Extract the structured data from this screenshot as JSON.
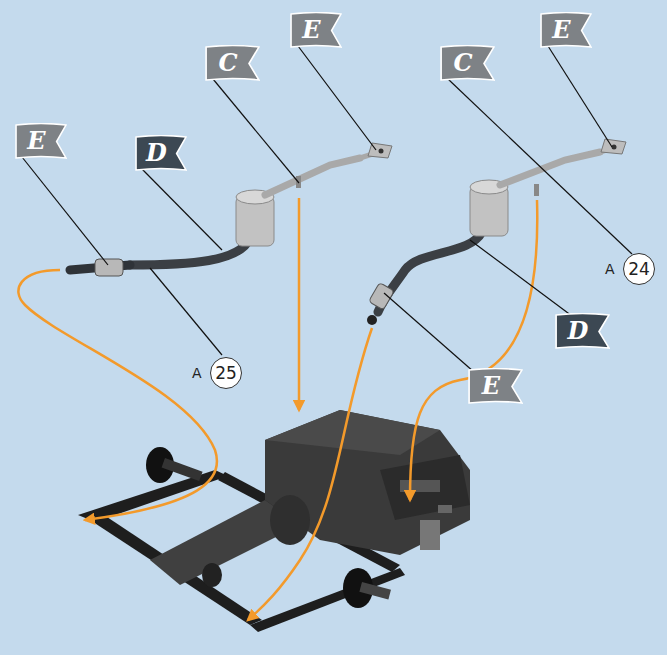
{
  "diagram": {
    "nodes": [
      {
        "text": [
          "E"
        ]
      },
      {
        "text": [
          "E"
        ]
      },
      {
        "text": [
          "C"
        ]
      },
      {
        "text": [
          "C"
        ]
      },
      {
        "text": [
          "E"
        ]
      },
      {
        "text": [
          "D"
        ]
      },
      {
        "text": [
          "A",
          "24"
        ]
      },
      {
        "text": [
          "D"
        ]
      },
      {
        "text": [
          "A",
          "25"
        ]
      },
      {
        "text": [
          "E"
        ]
      }
    ]
  }
}
